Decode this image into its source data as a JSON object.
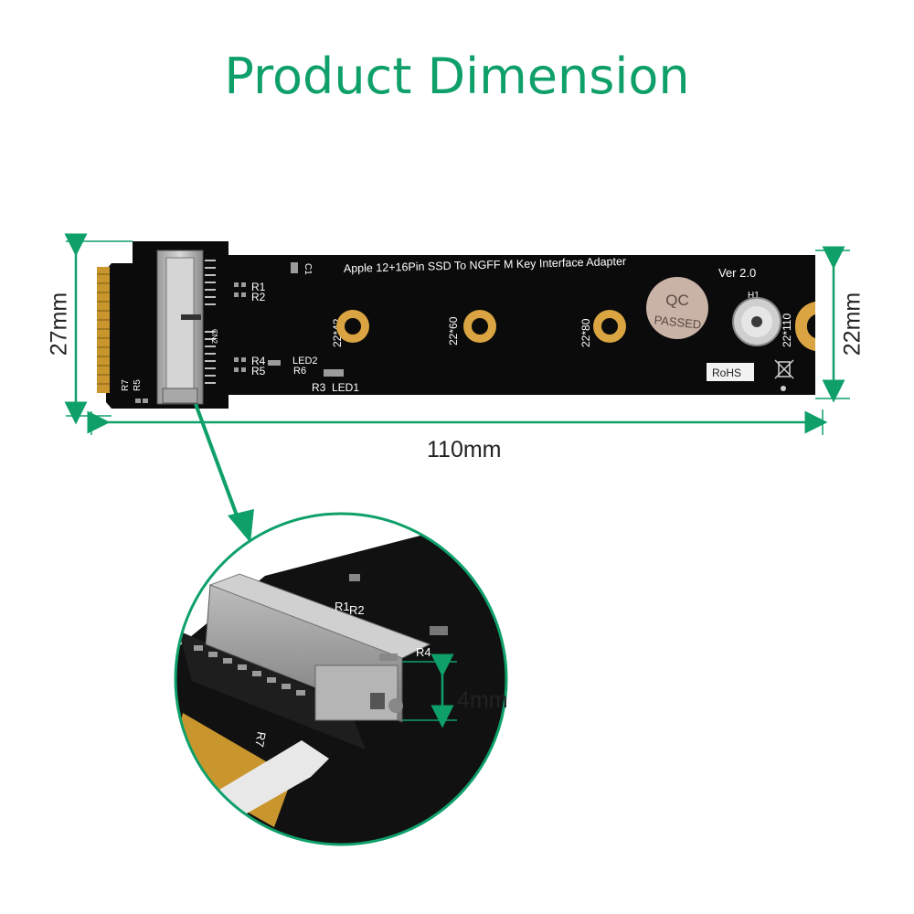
{
  "title": "Product Dimension",
  "dimensions": {
    "height_left": "27mm",
    "height_right": "22mm",
    "length": "110mm",
    "connector_height": "4mm"
  },
  "board": {
    "product_text": "Apple 12+16Pin SSD To NGFF M Key Interface Adapter",
    "version": "Ver 2.0",
    "mount_positions": [
      "22*42",
      "22*60",
      "22*80",
      "22*110"
    ],
    "qc_line1": "QC",
    "qc_line2": "PASSED",
    "hole_label": "H1",
    "rohs": "RoHS",
    "labels": {
      "r1": "R1",
      "r2": "R2",
      "r3": "R3",
      "r4": "R4",
      "r5": "R5",
      "r6": "R6",
      "r7": "R7",
      "led1": "LED1",
      "led2": "LED2",
      "cn2": "CN2",
      "c1": "C1"
    }
  },
  "zoom": {
    "labels": {
      "r1": "R1",
      "r2": "R2",
      "r4": "R4",
      "r7": "R7"
    }
  },
  "colors": {
    "accent": "#0fa06a",
    "pcb": "#0b0b0b",
    "gold": "#d9a441",
    "silkscreen": "#ffffff"
  }
}
